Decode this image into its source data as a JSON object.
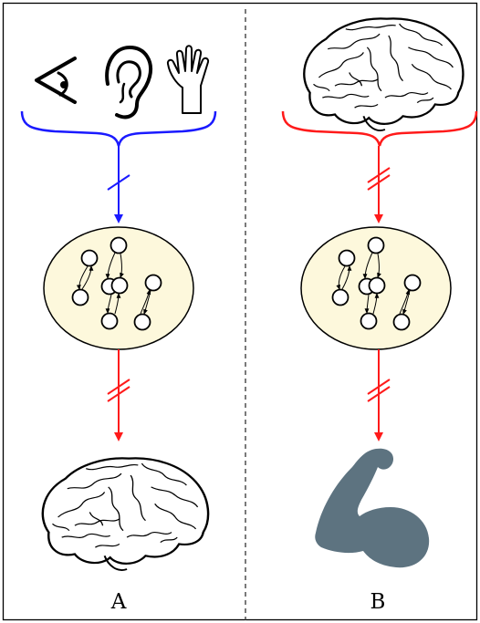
{
  "panels": [
    {
      "label": "A",
      "input": "senses",
      "input_color": "#1a1aff",
      "output": "brain",
      "output_color": "#ff1a1a"
    },
    {
      "label": "B",
      "input": "brain",
      "input_color": "#ff1a1a",
      "output": "flexed-arm",
      "output_color": "#ff1a1a"
    }
  ],
  "icons": {
    "senses": [
      "eye-icon",
      "ear-icon",
      "hand-icon"
    ],
    "brain": "brain-icon",
    "muscle": "flexed-arm-icon",
    "network": "neural-network-icon"
  },
  "colors": {
    "sensory_arrow": "#1a1aff",
    "neural_arrow": "#ff1a1a",
    "network_fill": "#fdf8dc",
    "arm_fill": "#5d7380",
    "divider": "#333333"
  }
}
